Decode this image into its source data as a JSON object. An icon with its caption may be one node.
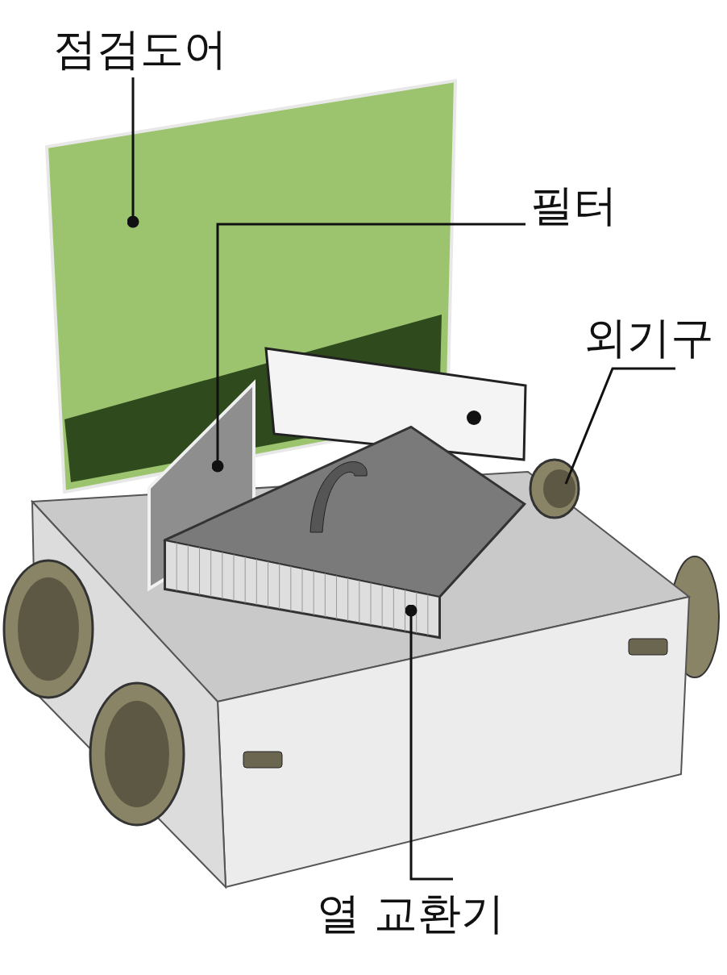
{
  "diagram": {
    "nodes": [
      {
        "text": [
          "점검도어"
        ]
      },
      {
        "text": [],
        "shape": "box"
      },
      {
        "text": [
          "필터"
        ]
      },
      {
        "text": [],
        "shape": "box"
      },
      {
        "text": [
          "외기구"
        ]
      },
      {
        "text": [],
        "shape": "cylinder"
      },
      {
        "text": [
          "열 교환기"
        ]
      },
      {
        "text": [],
        "shape": "box"
      }
    ],
    "edges": [
      {
        "from": 0,
        "to": 1,
        "arrow": "other"
      },
      {
        "from": 2,
        "to": 3,
        "arrow": "other"
      },
      {
        "from": 4,
        "to": 5,
        "arrow": "none"
      },
      {
        "from": 6,
        "to": 7,
        "arrow": "other"
      }
    ]
  }
}
